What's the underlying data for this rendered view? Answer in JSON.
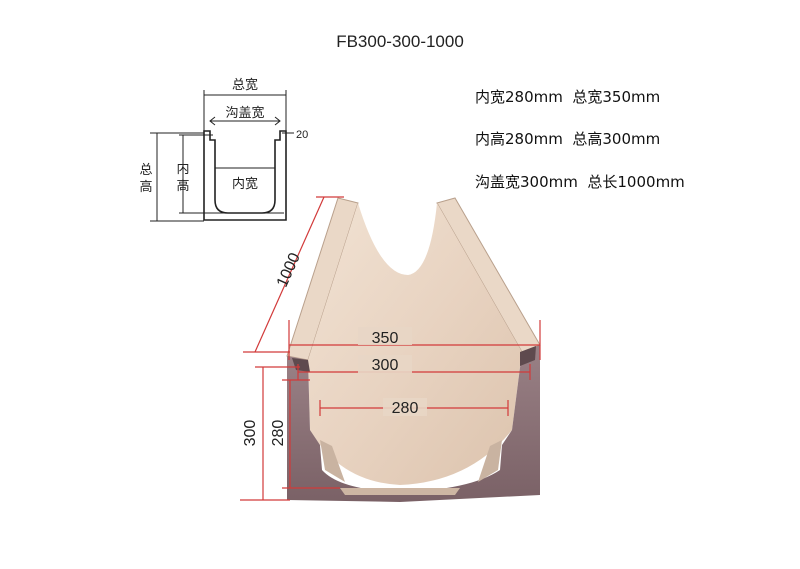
{
  "title": "FB300-300-1000",
  "specs": {
    "line1": "内宽280mm  总宽350mm",
    "line2": "内高280mm  总高300mm",
    "line3": "沟盖宽300mm  总长1000mm"
  },
  "section_labels": {
    "total_width": "总宽",
    "cover_width": "沟盖宽",
    "lip": "20",
    "total_height_1": "总",
    "total_height_2": "高",
    "inner_height_1": "内",
    "inner_height_2": "高",
    "inner_width": "内宽"
  },
  "dimensions": {
    "length": "1000",
    "total_width": "350",
    "cover_width": "300",
    "inner_width": "280",
    "total_height": "300",
    "inner_height": "280"
  },
  "colors": {
    "dimension_line": "#d23a3a",
    "concrete": "#e6d2c0",
    "concrete_face": "#8a6f73"
  }
}
